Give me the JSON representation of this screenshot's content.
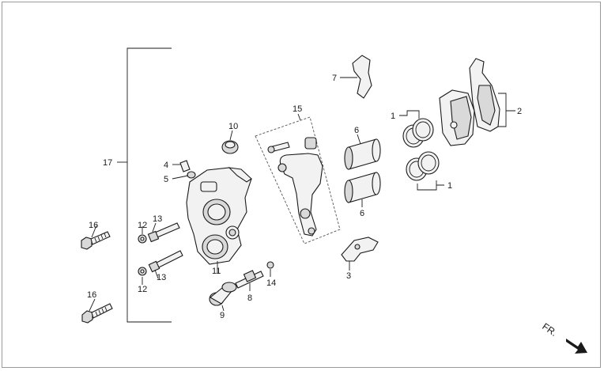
{
  "callouts": {
    "c1a": "1",
    "c1b": "1",
    "c2": "2",
    "c3": "3",
    "c4": "4",
    "c5": "5",
    "c6a": "6",
    "c6b": "6",
    "c7": "7",
    "c8": "8",
    "c9": "9",
    "c10": "10",
    "c11": "11",
    "c12a": "12",
    "c12b": "12",
    "c13a": "13",
    "c13b": "13",
    "c14": "14",
    "c15": "15",
    "c16a": "16",
    "c16b": "16",
    "c17": "17"
  },
  "direction": {
    "label": "FR."
  }
}
